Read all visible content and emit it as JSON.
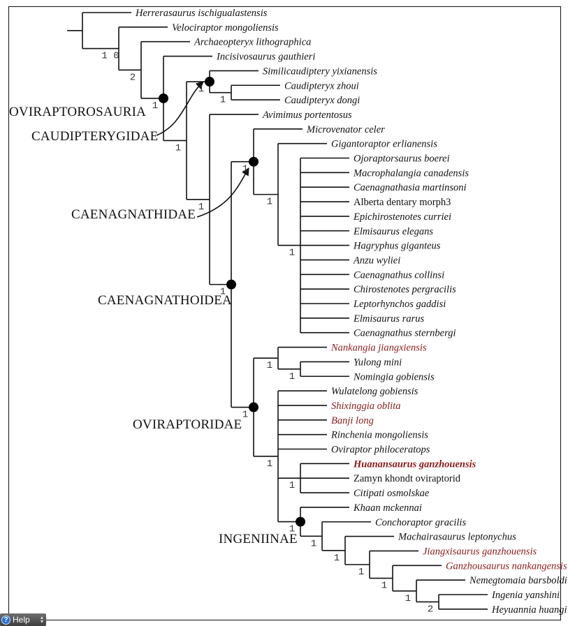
{
  "figure": {
    "title": "Phylogenetic tree of Oviraptorosauria",
    "colors": {
      "line": "#111111",
      "red_taxon": "#8b1a1a",
      "black_taxon": "#111111",
      "node_dot": "#000000"
    }
  },
  "taxa": [
    {
      "name": "Herrerasaurus ischigualastensis",
      "italic": true,
      "color": "black"
    },
    {
      "name": "Velociraptor mongoliensis",
      "italic": true,
      "color": "black"
    },
    {
      "name": "Archaeopteryx lithographica",
      "italic": true,
      "color": "black"
    },
    {
      "name": "Incisivosaurus gauthieri",
      "italic": true,
      "color": "black"
    },
    {
      "name": "Similicaudiptery yixianensis",
      "italic": true,
      "color": "black"
    },
    {
      "name": "Caudipteryx zhoui",
      "italic": true,
      "color": "black"
    },
    {
      "name": "Caudipteryx dongi",
      "italic": true,
      "color": "black"
    },
    {
      "name": "Avimimus portentosus",
      "italic": true,
      "color": "black"
    },
    {
      "name": "Microvenator celer",
      "italic": true,
      "color": "black"
    },
    {
      "name": "Gigantoraptor erlianensis",
      "italic": true,
      "color": "black"
    },
    {
      "name": "Ojoraptorsaurus boerei",
      "italic": true,
      "color": "black"
    },
    {
      "name": "Macrophalangia canadensis",
      "italic": true,
      "color": "black"
    },
    {
      "name": "Caenagnathasia martinsoni",
      "italic": true,
      "color": "black"
    },
    {
      "name": "Alberta dentary morph3",
      "italic": false,
      "color": "black"
    },
    {
      "name": "Epichirostenotes curriei",
      "italic": true,
      "color": "black"
    },
    {
      "name": "Elmisaurus elegans",
      "italic": true,
      "color": "black"
    },
    {
      "name": "Hagryphus giganteus",
      "italic": true,
      "color": "black"
    },
    {
      "name": "Anzu wyliei",
      "italic": true,
      "color": "black"
    },
    {
      "name": "Caenagnathus collinsi",
      "italic": true,
      "color": "black"
    },
    {
      "name": "Chirostenotes pergracilis",
      "italic": true,
      "color": "black"
    },
    {
      "name": "Leptorhynchos gaddisi",
      "italic": true,
      "color": "black"
    },
    {
      "name": "Elmisaurus rarus",
      "italic": true,
      "color": "black"
    },
    {
      "name": "Caenagnathus sternbergi",
      "italic": true,
      "color": "black"
    },
    {
      "name": "Nankangia jiangxiensis",
      "italic": true,
      "color": "red"
    },
    {
      "name": "Yulong mini",
      "italic": true,
      "color": "black"
    },
    {
      "name": "Nomingia gobiensis",
      "italic": true,
      "color": "black"
    },
    {
      "name": "Wulatelong gobiensis",
      "italic": true,
      "color": "black"
    },
    {
      "name": "Shixinggia oblita",
      "italic": true,
      "color": "red"
    },
    {
      "name": "Banji long",
      "italic": true,
      "color": "red"
    },
    {
      "name": "Rinchenia mongoliensis",
      "italic": true,
      "color": "black"
    },
    {
      "name": "Oviraptor philoceratops",
      "italic": true,
      "color": "black"
    },
    {
      "name": "Huanansaurus ganzhouensis",
      "italic": true,
      "color": "red",
      "bold": true
    },
    {
      "name": "Zamyn khondt oviraptorid",
      "italic": false,
      "color": "black"
    },
    {
      "name": "Citipati osmolskae",
      "italic": true,
      "color": "black"
    },
    {
      "name": "Khaan mckennai",
      "italic": true,
      "color": "black"
    },
    {
      "name": "Conchoraptor gracilis",
      "italic": true,
      "color": "black"
    },
    {
      "name": "Machairasaurus leptonychus",
      "italic": true,
      "color": "black"
    },
    {
      "name": "Jiangxisaurus ganzhouensis",
      "italic": true,
      "color": "red"
    },
    {
      "name": "Ganzhousaurus nankangensis",
      "italic": true,
      "color": "red"
    },
    {
      "name": "Nemegtomaia barsboldi",
      "italic": true,
      "color": "black"
    },
    {
      "name": "Ingenia yanshini",
      "italic": true,
      "color": "black"
    },
    {
      "name": "Heyuannia huangi",
      "italic": true,
      "color": "black"
    }
  ],
  "clades": [
    {
      "name": "OVIRAPTOROSAURIA",
      "node": "n_ovi"
    },
    {
      "name": "CAUDIPTERYGIDAE",
      "node": "n_caud",
      "arrow": true
    },
    {
      "name": "CAENAGNATHIDAE",
      "node": "n_caen",
      "arrow": true
    },
    {
      "name": "CAENAGNATHOIDEA",
      "node": "n_caenoid"
    },
    {
      "name": "OVIRAPTORIDAE",
      "node": "n_ovid"
    },
    {
      "name": "INGENIINAE",
      "node": "n_ing"
    }
  ],
  "nodes": [
    {
      "id": "n_root",
      "depth": 0,
      "children": [
        "t0",
        "n_a"
      ],
      "support": ""
    },
    {
      "id": "n_a",
      "depth": 1,
      "children": [
        "t1",
        "n_b"
      ],
      "support": "1 0"
    },
    {
      "id": "n_b",
      "depth": 2,
      "children": [
        "t2",
        "n_ovi"
      ],
      "support": "2"
    },
    {
      "id": "n_ovi",
      "depth": 3,
      "children": [
        "t3",
        "n_c"
      ],
      "support": "1",
      "marked": true
    },
    {
      "id": "n_c",
      "depth": 4,
      "children": [
        "n_caud",
        "n_d"
      ],
      "support": "1"
    },
    {
      "id": "n_caud",
      "depth": 5,
      "children": [
        "t4",
        "n_cz"
      ],
      "support": "1",
      "marked": true
    },
    {
      "id": "n_cz",
      "depth": 6,
      "children": [
        "t5",
        "t6"
      ],
      "support": "1"
    },
    {
      "id": "n_d",
      "depth": 5,
      "children": [
        "t7",
        "n_caenoid"
      ],
      "support": "1"
    },
    {
      "id": "n_caenoid",
      "depth": 6,
      "children": [
        "n_caen",
        "n_ovid"
      ],
      "support": "1",
      "marked": true
    },
    {
      "id": "n_caen",
      "depth": 7,
      "children": [
        "t8",
        "n_e"
      ],
      "support": "1",
      "marked": true
    },
    {
      "id": "n_e",
      "depth": 8,
      "children": [
        "t9",
        "n_poly"
      ],
      "support": "1"
    },
    {
      "id": "n_poly",
      "depth": 9,
      "children": [
        "t10",
        "t11",
        "t12",
        "t13",
        "t14",
        "t15",
        "t16",
        "t17",
        "t18",
        "t19",
        "t20",
        "t21",
        "t22"
      ],
      "support": "1"
    },
    {
      "id": "n_ovid",
      "depth": 7,
      "children": [
        "n_f",
        "n_g"
      ],
      "support": "1",
      "marked": true
    },
    {
      "id": "n_f",
      "depth": 8,
      "children": [
        "t23",
        "n_fy"
      ],
      "support": "1"
    },
    {
      "id": "n_fy",
      "depth": 9,
      "children": [
        "t24",
        "t25"
      ],
      "support": "1"
    },
    {
      "id": "n_g",
      "depth": 8,
      "children": [
        "t26",
        "t27",
        "t28",
        "t29",
        "t30",
        "n_h",
        "n_ing"
      ],
      "support": "1"
    },
    {
      "id": "n_h",
      "depth": 9,
      "children": [
        "t31",
        "t32",
        "t33"
      ],
      "support": "1"
    },
    {
      "id": "n_ing",
      "depth": 9,
      "children": [
        "t34",
        "n_i1"
      ],
      "support": "1",
      "marked": true
    },
    {
      "id": "n_i1",
      "depth": 10,
      "children": [
        "t35",
        "n_i2"
      ],
      "support": "1"
    },
    {
      "id": "n_i2",
      "depth": 11,
      "children": [
        "t36",
        "n_i3"
      ],
      "support": "1"
    },
    {
      "id": "n_i3",
      "depth": 12,
      "children": [
        "t37",
        "n_i4"
      ],
      "support": "1"
    },
    {
      "id": "n_i4",
      "depth": 13,
      "children": [
        "t38",
        "n_i5"
      ],
      "support": "1"
    },
    {
      "id": "n_i5",
      "depth": 14,
      "children": [
        "t39",
        "n_i6"
      ],
      "support": "1"
    },
    {
      "id": "n_i6",
      "depth": 15,
      "children": [
        "t40",
        "t41"
      ],
      "support": "2"
    }
  ],
  "help_button": {
    "label": "Help",
    "icon": "question-circle-icon"
  }
}
